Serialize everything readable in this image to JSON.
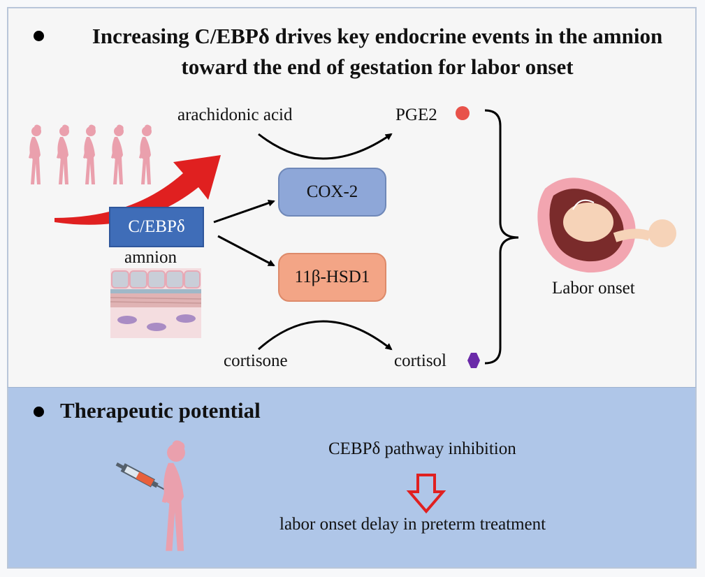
{
  "header": {
    "title_line1": "Increasing C/EBPδ drives key endocrine events in the amnion",
    "title_line2": "toward the end of gestation for labor onset"
  },
  "pathway": {
    "arachidonic_acid": "arachidonic acid",
    "pge2": "PGE2",
    "cox2": "COX-2",
    "cebp": "C/EBPδ",
    "amnion": "amnion",
    "hsd1": "11β-HSD1",
    "cortisone": "cortisone",
    "cortisol": "cortisol",
    "labor_onset": "Labor onset"
  },
  "therapeutic": {
    "title": "Therapeutic potential",
    "inhibition": "CEBPδ pathway inhibition",
    "outcome": "labor onset delay in preterm treatment"
  },
  "colors": {
    "pge2_dot": "#e8524a",
    "cortisol_hex": "#6a2aa8",
    "cox_box": "#8ea7d8",
    "hsd_box": "#f3a586",
    "cebp_box": "#3f6db8",
    "silhouette": "#eaa0ad",
    "big_arrow": "#e02020",
    "panel_bg": "#afc6e8"
  },
  "icons": [
    "pregnant-woman-icon",
    "amnion-tissue-icon",
    "fetus-in-womb-icon",
    "syringe-icon",
    "down-arrow-icon"
  ]
}
